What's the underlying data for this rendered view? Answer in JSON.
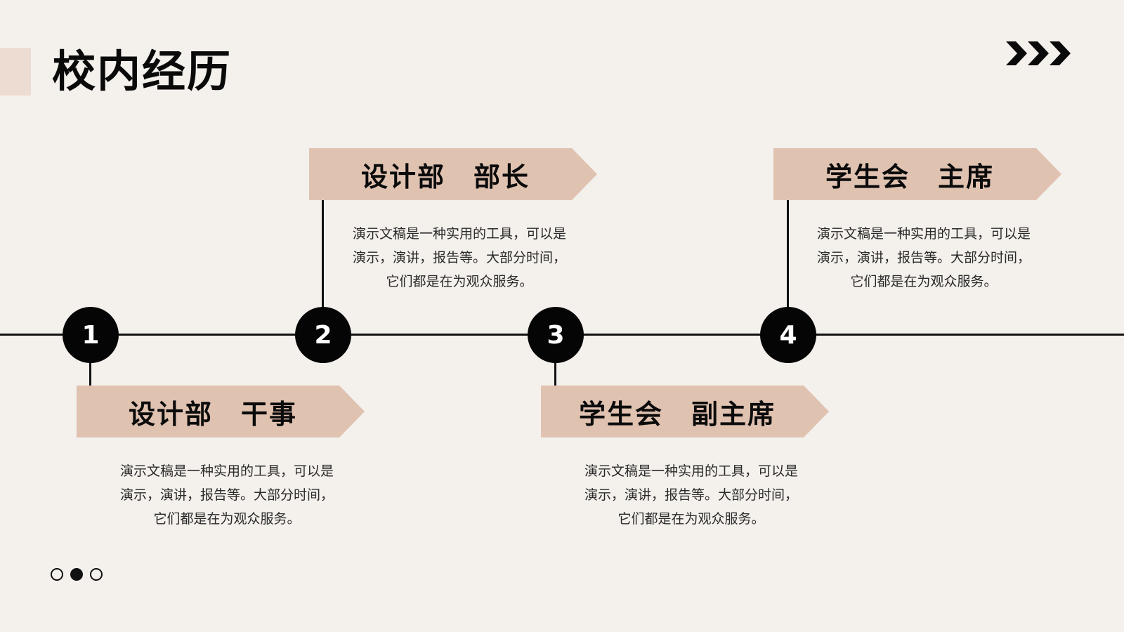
{
  "slide": {
    "title": "校内经历"
  },
  "colors": {
    "background": "#f4f0ec",
    "accent": "#e0c2b1",
    "title_accent": "#ecdcd1",
    "ink": "#111111"
  },
  "decor": {
    "chevrons_icon": "triple-chevron-right-icon",
    "page_dots": [
      {
        "state": "inactive"
      },
      {
        "state": "active"
      },
      {
        "state": "inactive"
      }
    ]
  },
  "milestones": [
    {
      "number": "1",
      "title": "设计部　干事",
      "description": [
        "演示文稿是一种实用的工具，可以是",
        "演示，演讲，报告等。大部分时间，",
        "它们都是在为观众服务。"
      ]
    },
    {
      "number": "2",
      "title": "设计部　部长",
      "description": [
        "演示文稿是一种实用的工具，可以是",
        "演示，演讲，报告等。大部分时间，",
        "它们都是在为观众服务。"
      ]
    },
    {
      "number": "3",
      "title": "学生会　副主席",
      "description": [
        "演示文稿是一种实用的工具，可以是",
        "演示，演讲，报告等。大部分时间，",
        "它们都是在为观众服务。"
      ]
    },
    {
      "number": "4",
      "title": "学生会　主席",
      "description": [
        "演示文稿是一种实用的工具，可以是",
        "演示，演讲，报告等。大部分时间，",
        "它们都是在为观众服务。"
      ]
    }
  ]
}
